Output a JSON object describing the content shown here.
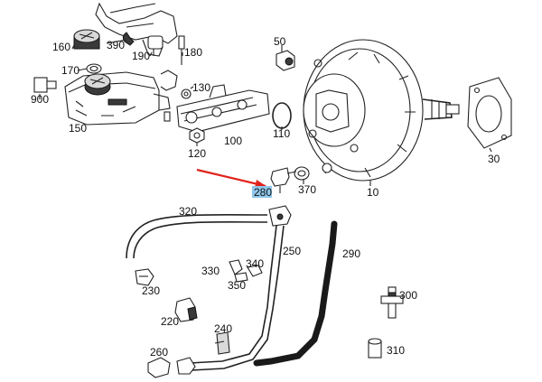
{
  "highlight_color": "#8fc7ea",
  "arrow_color": "#e0231c",
  "labels": {
    "p10": "10",
    "p30": "30",
    "p50": "50",
    "p100": "100",
    "p110": "110",
    "p120": "120",
    "p130": "130",
    "p150": "150",
    "p160": "160",
    "p170": "170",
    "p180": "180",
    "p190": "190",
    "p220": "220",
    "p230": "230",
    "p240": "240",
    "p250": "250",
    "p260": "260",
    "p280": "280",
    "p290": "290",
    "p300": "300",
    "p310": "310",
    "p320": "320",
    "p330": "330",
    "p340": "340",
    "p350": "350",
    "p370": "370",
    "p390": "390",
    "p900": "900"
  }
}
